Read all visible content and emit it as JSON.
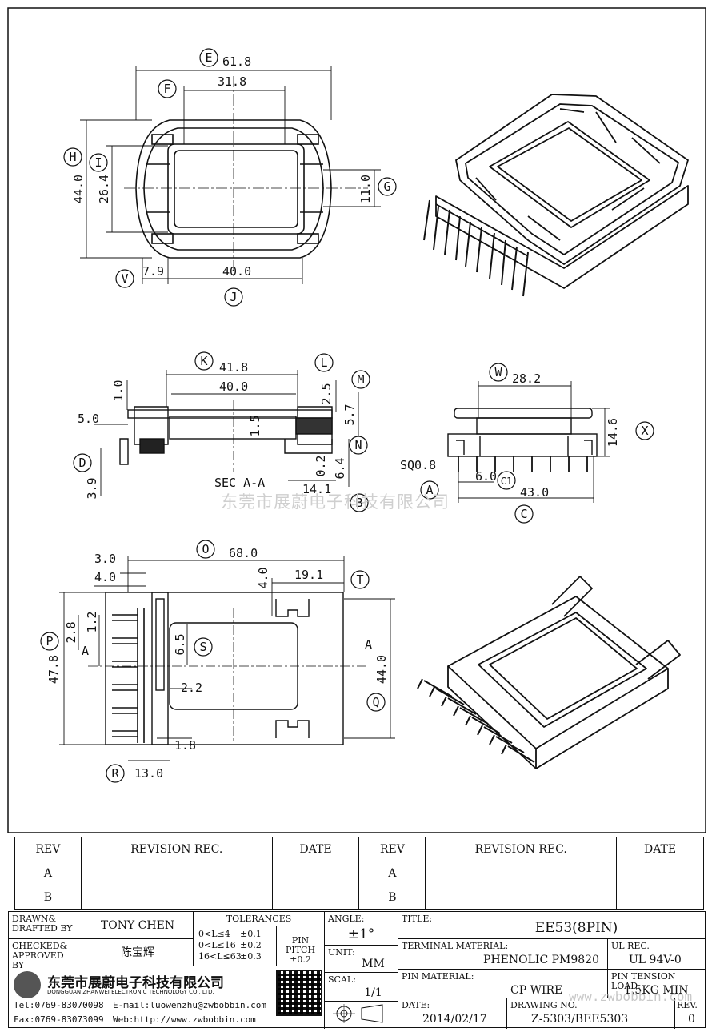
{
  "dimensions": {
    "E": "61.8",
    "F": "31.8",
    "H": "44.0",
    "I": "26.4",
    "G": "11.0",
    "V": "7.9",
    "J": "40.0",
    "K": "41.8",
    "K_inner": "40.0",
    "L": "2.5",
    "M": "5.7",
    "N_upper": "1.0",
    "N": "6.4",
    "B_val": "14.1",
    "sec_1_5": "1.5",
    "sec_0_2": "0.2",
    "D_5_0": "5.0",
    "D": "3.9",
    "W": "28.2",
    "X": "14.6",
    "A": "SQ0.8",
    "C1": "6.0",
    "C": "43.0",
    "O": "68.0",
    "O_3_0": "3.0",
    "O_4_0": "4.0",
    "T": "19.1",
    "T_4_0": "4.0",
    "P": "47.8",
    "P_2_8": "2.8",
    "P_1_2": "1.2",
    "S": "6.5",
    "S_2_2": "2.2",
    "Q": "44.0",
    "R": "13.0",
    "R_1_8": "1.8"
  },
  "callouts": {
    "E": "E",
    "F": "F",
    "H": "H",
    "I": "I",
    "G": "G",
    "V": "V",
    "J": "J",
    "K": "K",
    "L": "L",
    "M": "M",
    "N": "N",
    "D": "D",
    "B": "B",
    "W": "W",
    "X": "X",
    "A": "A",
    "C1": "C1",
    "C": "C",
    "O": "O",
    "T": "T",
    "P": "P",
    "S": "S",
    "Q": "Q",
    "R": "R"
  },
  "section": {
    "label": "SEC A-A",
    "marker": "A"
  },
  "watermark": {
    "company_cn": "东莞市展蔚电子科技有限公司",
    "site": "www.zwbobbin.com"
  },
  "revision_table": {
    "headers": [
      "REV",
      "REVISION REC.",
      "DATE",
      "REV",
      "REVISION REC.",
      "DATE"
    ],
    "rows": [
      [
        "A",
        "",
        "",
        "A",
        "",
        ""
      ],
      [
        "B",
        "",
        "",
        "B",
        "",
        ""
      ]
    ]
  },
  "title_block": {
    "drawn_label": "DRAWN&\nDRAFTED BY",
    "drawn_value": "TONY CHEN",
    "checked_label": "CHECKED&\nAPPROVED BY",
    "checked_value": "陈宝辉",
    "tolerances_label": "TOLERANCES",
    "tolerances": [
      [
        "0<L≤4",
        "±0.1"
      ],
      [
        "0<L≤16",
        "±0.2"
      ],
      [
        "16<L≤63",
        "±0.3"
      ]
    ],
    "pin_pitch_label": "PIN PITCH",
    "pin_pitch_value": "±0.2",
    "angle_label": "ANGLE:",
    "angle_value": "±1°",
    "unit_label": "UNIT:",
    "unit_value": "MM",
    "scale_label": "SCAL:",
    "scale_value": "1/1",
    "title_label": "TITLE:",
    "title_value": "EE53(8PIN)",
    "terminal_label": "TERMINAL MATERIAL:",
    "terminal_value": "PHENOLIC PM9820",
    "ul_label": "UL REC.",
    "ul_value": "UL 94V-0",
    "pin_material_label": "PIN MATERIAL:",
    "pin_material_value": "CP WIRE",
    "tension_label": "PIN TENSION LOAD:",
    "tension_value": "1.5KG MIN",
    "date_label": "DATE:",
    "date_value": "2014/02/17",
    "drawing_no_label": "DRAWING NO.",
    "drawing_no_value": "Z-5303/BEE5303",
    "rev_label": "REV.",
    "rev_value": "0",
    "company_cn": "东莞市展蔚电子科技有限公司",
    "company_en": "DONGGUAN ZHANWEI ELECTRONIC TECHNOLOGY CO., LTD.",
    "tel": "Tel:0769-83070098",
    "email": "E-mail:luowenzhu@zwbobbin.com",
    "fax": "Fax:0769-83073099",
    "web": "Web:http://www.zwbobbin.com"
  }
}
